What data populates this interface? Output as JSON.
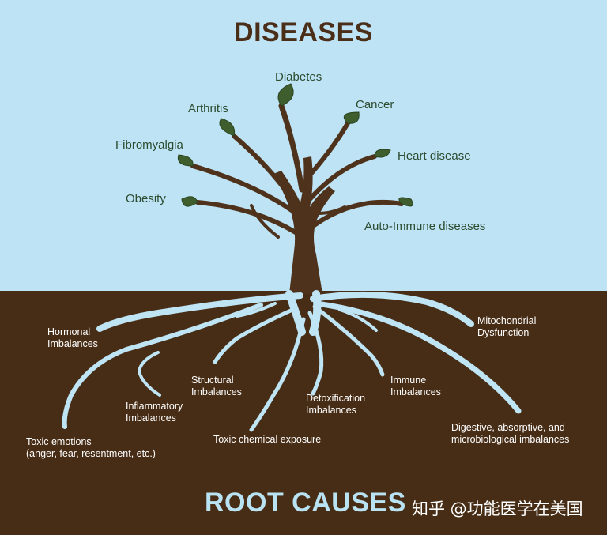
{
  "title": "DISEASES",
  "subtitle": "ROOT CAUSES",
  "watermark": "知乎 @功能医学在美国",
  "colors": {
    "sky": "#bde3f5",
    "soil": "#472d16",
    "trunk": "#4e321b",
    "leaf": "#3f5e2e",
    "root": "#bfe4f4",
    "disease_text": "#2b4a2e",
    "cause_text": "#ffffff"
  },
  "diseases": [
    "Diabetes",
    "Arthritis",
    "Cancer",
    "Fibromyalgia",
    "Heart disease",
    "Obesity",
    "Auto-Immune diseases"
  ],
  "root_causes": [
    {
      "line1": "Hormonal",
      "line2": "Imbalances"
    },
    {
      "line1": "Mitochondrial",
      "line2": "Dysfunction"
    },
    {
      "line1": "Structural",
      "line2": "Imbalances"
    },
    {
      "line1": "Detoxification",
      "line2": "Imbalances"
    },
    {
      "line1": "Immune",
      "line2": "Imbalances"
    },
    {
      "line1": "Inflammatory",
      "line2": "Imbalances"
    },
    {
      "line1": "Toxic emotions",
      "line2": "(anger, fear, resentment, etc.)"
    },
    {
      "line1": "Toxic chemical exposure",
      "line2": ""
    },
    {
      "line1": "Digestive, absorptive, and",
      "line2": "microbiological imbalances"
    }
  ]
}
